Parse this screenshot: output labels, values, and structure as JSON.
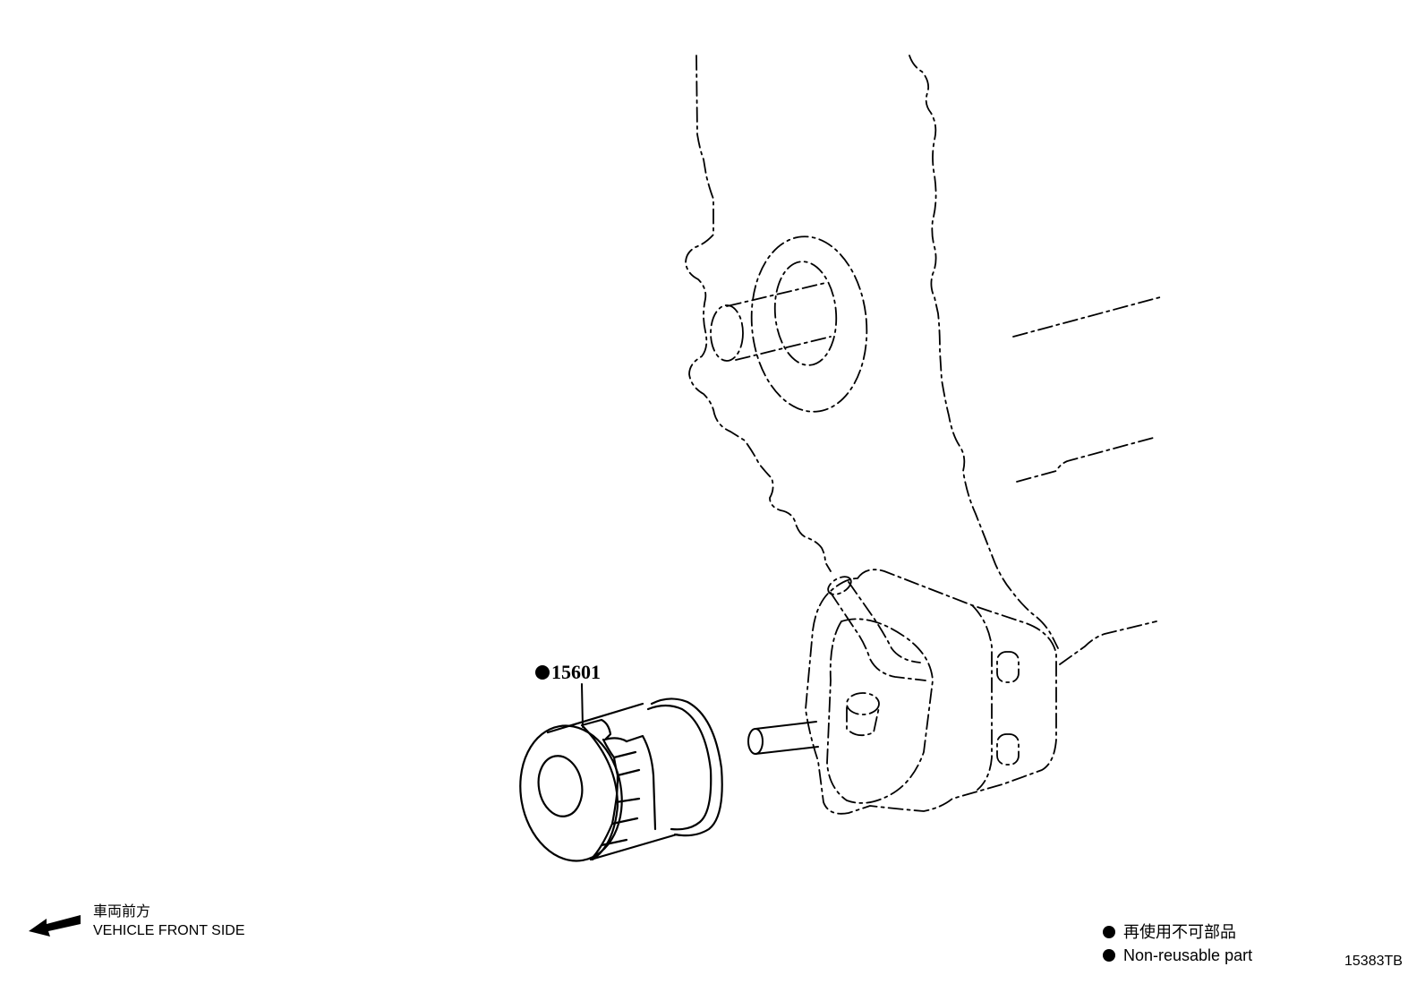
{
  "diagram": {
    "part": {
      "number": "15601"
    },
    "front_direction": {
      "label_jp": "車両前方",
      "label_en": "VEHICLE FRONT SIDE",
      "icon": "left-arrow-icon"
    },
    "legend": {
      "marker_icon": "filled-circle-icon",
      "label_jp": "再使用不可部品",
      "label_en": "Non-reusable part"
    },
    "reference_code": "15383TB",
    "colors": {
      "line": "#000000",
      "background": "#ffffff"
    }
  }
}
